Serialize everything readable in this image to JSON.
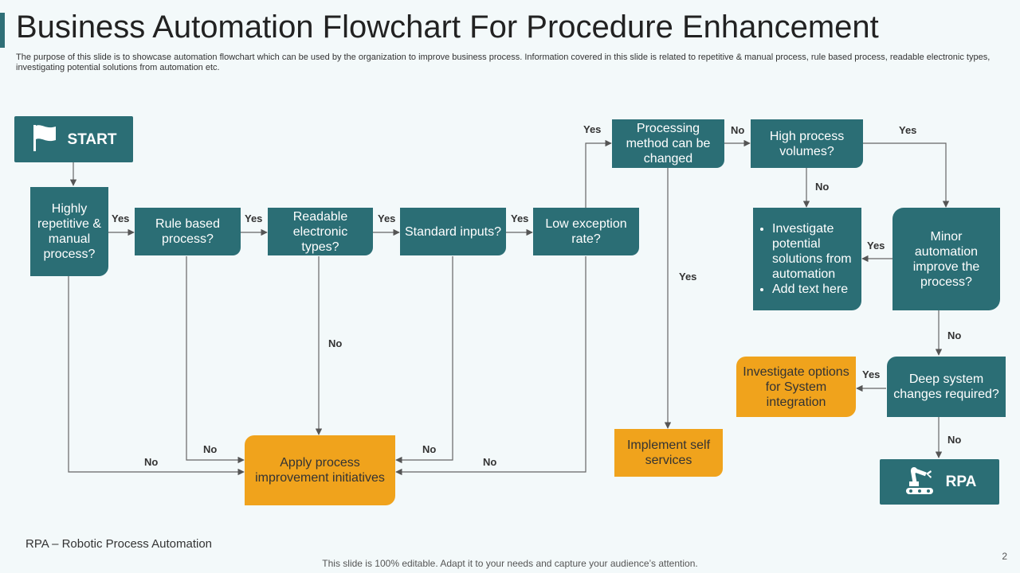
{
  "title": "Business Automation Flowchart For Procedure Enhancement",
  "subtitle": "The purpose of this slide is to showcase automation flowchart which can be used by the organization to improve business process. Information covered in this slide is related to repetitive & manual process, rule based process, readable electronic types, investigating potential solutions from automation etc.",
  "nodes": {
    "start": "START",
    "repetitive": "Highly repetitive & manual process?",
    "rule": "Rule based process?",
    "readable": "Readable electronic types?",
    "standard": "Standard inputs?",
    "low": "Low exception rate?",
    "method": "Processing method can be changed",
    "volumes": "High process volumes?",
    "investigate_bullets": [
      "Investigate potential solutions from automation",
      "Add text here"
    ],
    "minor": "Minor automation improve the process?",
    "deep": "Deep system changes required?",
    "options": "Investigate options for System integration",
    "apply": "Apply process improvement initiatives",
    "self": "Implement self services",
    "rpa": "RPA"
  },
  "edge_labels": {
    "yes": "Yes",
    "no": "No"
  },
  "icons": [
    "flag-icon",
    "robot-arm-icon"
  ],
  "colors": {
    "teal": "#2b6e75",
    "orange": "#f0a31c",
    "background": "#f3f9fa"
  },
  "footnote": "RPA – Robotic Process Automation",
  "editable_note": "This slide is 100% editable. Adapt it to your needs and capture your audience’s attention.",
  "page_number": "2"
}
